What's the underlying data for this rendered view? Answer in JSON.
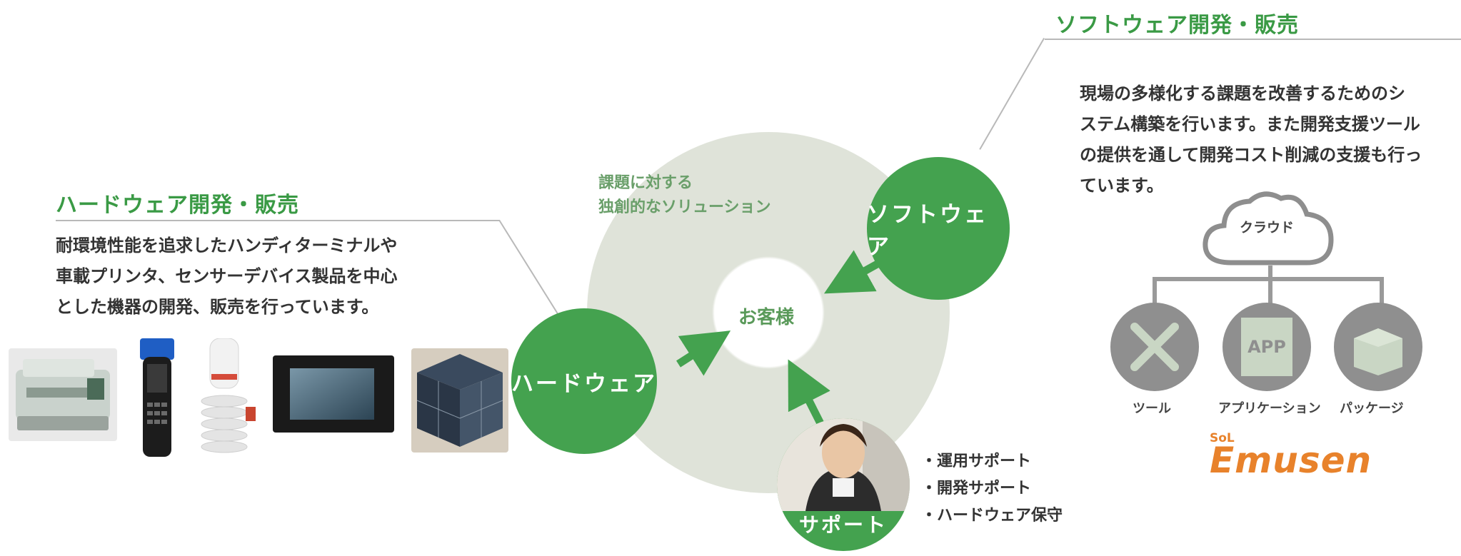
{
  "hardware": {
    "heading": "ハードウェア開発・販売",
    "desc": [
      "耐環境性能を追求したハンディターミナルや",
      "車載プリンタ、センサーデバイス製品を中心",
      "とした機器の開発、販売を行っています。"
    ]
  },
  "software": {
    "heading": "ソフトウェア開発・販売",
    "desc": [
      "現場の多様化する課題を改善するためのシ",
      "ステム構築を行います。また開発支援ツール",
      "の提供を通して開発コスト削減の支援も行っ",
      "ています。"
    ]
  },
  "diagram": {
    "ring_label_1": "課題に対する",
    "ring_label_2": "独創的なソリューション",
    "center": "お客様",
    "hardware_circle": "ハードウェア",
    "software_circle": "ソフトウェア",
    "support_circle": "サポート",
    "support_items": [
      "・運用サポート",
      "・開発サポート",
      "・ハードウェア保守"
    ],
    "colors": {
      "accent": "#44a24f",
      "ring": "#dfe3d9",
      "arrow": "#44a24f"
    }
  },
  "cloud": {
    "label": "クラウド",
    "items": [
      "ツール",
      "アプリケーション",
      "パッケージ"
    ],
    "app_text": "APP"
  },
  "logo": {
    "mark": "SoL",
    "word": "Emusen",
    "color": "#e8822b"
  }
}
